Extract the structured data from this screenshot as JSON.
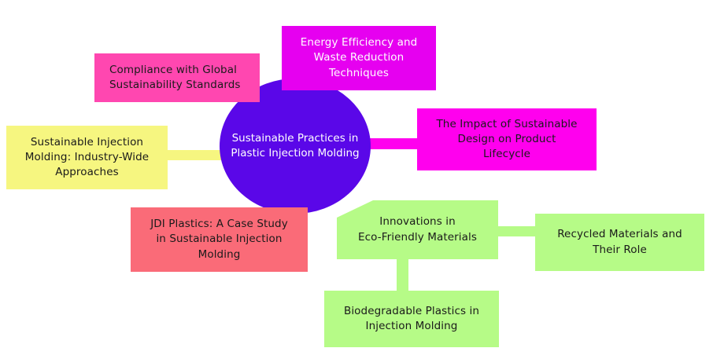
{
  "diagram": {
    "type": "mind-map",
    "background_color": "#FFFFFF",
    "center": {
      "label": "Sustainable Practices in\nPlastic Injection Molding",
      "shape": "ellipse",
      "fill": "#5A07E8",
      "text_color": "#FFFFFF"
    },
    "branches": [
      {
        "id": "compliance",
        "label": "Compliance with Global\nSustainability Standards",
        "fill": "#FF47B0",
        "text_color": "#1A1A1A",
        "align": "left",
        "position": "top-left"
      },
      {
        "id": "energy",
        "label": "Energy Efficiency and\nWaste Reduction\nTechniques",
        "fill": "#E600F0",
        "text_color": "#FFFFFF",
        "align": "center",
        "position": "top"
      },
      {
        "id": "impact",
        "label": "The Impact of Sustainable\nDesign on Product\nLifecycle",
        "fill": "#FF00EE",
        "text_color": "#1A1A1A",
        "align": "center",
        "position": "right"
      },
      {
        "id": "sustainable-industry",
        "label": "Sustainable Injection\nMolding: Industry-Wide\nApproaches",
        "fill": "#F6F680",
        "text_color": "#1A1A1A",
        "align": "center",
        "position": "left"
      },
      {
        "id": "jdi",
        "label": "JDI Plastics: A Case Study\nin Sustainable Injection\nMolding",
        "fill": "#FA6B78",
        "text_color": "#1A1A1A",
        "align": "center",
        "position": "bottom-left"
      },
      {
        "id": "innovations",
        "label": "Innovations in\nEco-Friendly Materials",
        "fill": "#B6FB87",
        "text_color": "#1A1A1A",
        "align": "center",
        "position": "bottom-right"
      },
      {
        "id": "recycled",
        "label": "Recycled Materials and\nTheir Role",
        "fill": "#B6FB87",
        "text_color": "#1A1A1A",
        "align": "center",
        "position": "far-right",
        "parent": "innovations"
      },
      {
        "id": "biodegradable",
        "label": "Biodegradable Plastics in\nInjection Molding",
        "fill": "#B6FB87",
        "text_color": "#1A1A1A",
        "align": "center",
        "position": "bottom",
        "parent": "innovations"
      }
    ],
    "connectors": [
      {
        "id": "yellow",
        "from": "sustainable-industry",
        "to": "center",
        "color": "#F6F680"
      },
      {
        "id": "magenta",
        "from": "center",
        "to": "impact",
        "color": "#FF00EE"
      },
      {
        "id": "green-right",
        "from": "innovations",
        "to": "recycled",
        "color": "#B6FB87"
      },
      {
        "id": "green-down",
        "from": "innovations",
        "to": "biodegradable",
        "color": "#B6FB87"
      }
    ]
  }
}
